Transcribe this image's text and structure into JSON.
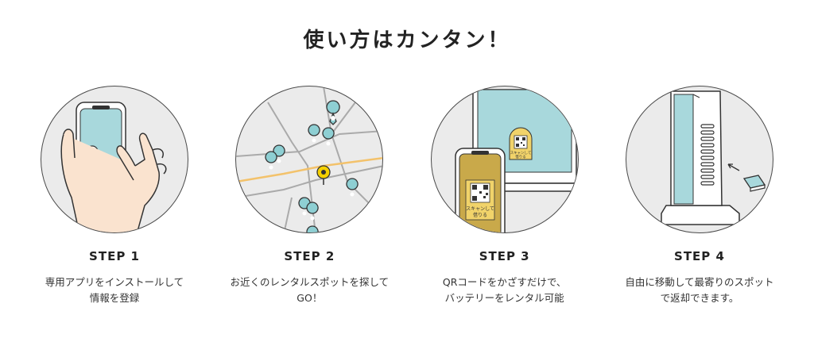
{
  "page": {
    "title": "使い方はカンタン！"
  },
  "colors": {
    "screen": "#a8d8dc",
    "phone_gold": "#c9a94a",
    "map_road": "#f3c26b",
    "pin": "#8ecfd3",
    "pin_active": "#f5d000",
    "outline": "#333333",
    "circle_bg": "#ebebeb"
  },
  "steps": [
    {
      "label": "STEP 1",
      "desc_line1": "専用アプリをインストールして",
      "desc_line2": "情報を登録",
      "icon": "phone-in-hand-icon"
    },
    {
      "label": "STEP 2",
      "desc_line1": "お近くのレンタルスポットを探して",
      "desc_line2": "GO！",
      "icon": "map-pins-icon"
    },
    {
      "label": "STEP 3",
      "desc_line1": "QRコードをかざすだけで、",
      "desc_line2": "バッテリーをレンタル可能",
      "icon": "qr-scan-icon",
      "qr_text_line1": "スキャンして",
      "qr_text_line2": "借りる"
    },
    {
      "label": "STEP 4",
      "desc_line1": "自由に移動して最寄りのスポット",
      "desc_line2": "で返却できます。",
      "icon": "charging-station-icon"
    }
  ]
}
